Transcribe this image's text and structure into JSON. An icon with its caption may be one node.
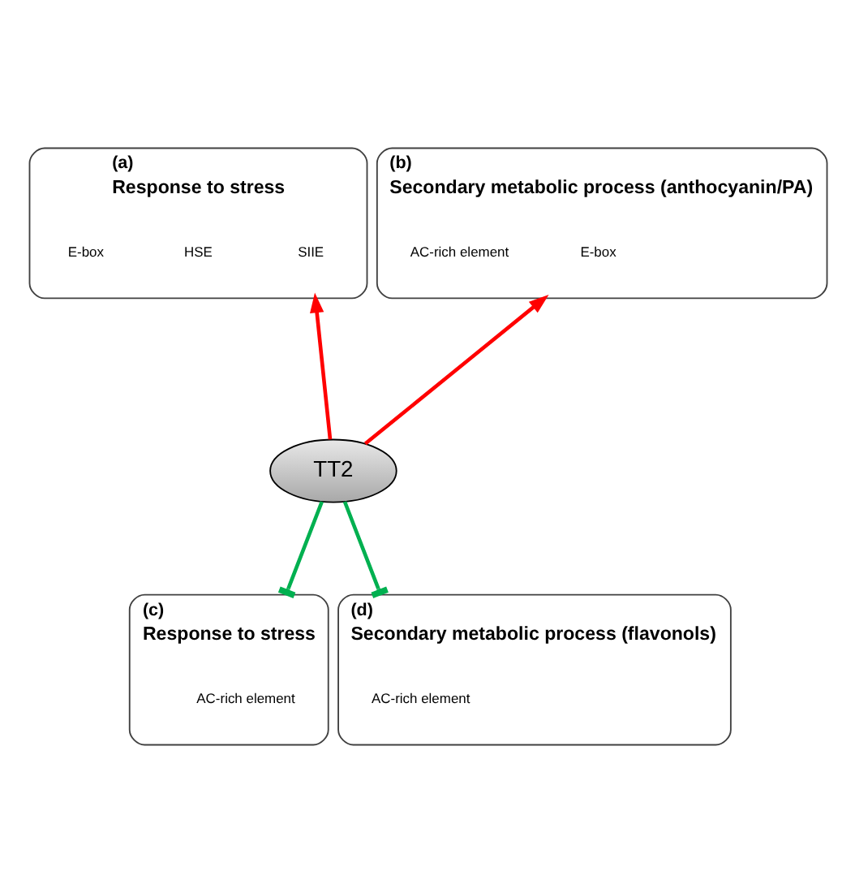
{
  "diagram": {
    "nodes": [
      {
        "text": [
          "Response to stress"
        ],
        "beside": [
          "(a)"
        ]
      },
      {
        "text": [
          "SIIE"
        ],
        "in": 0
      },
      {
        "text": [
          "HSE"
        ],
        "in": 0
      },
      {
        "text": [
          "E-box"
        ],
        "in": 0
      },
      {
        "text": [
          "Secondary metabolic process (anthocyanin/PA)"
        ],
        "beside": [
          "(b)"
        ]
      },
      {
        "text": [
          "E-box"
        ],
        "in": 4
      },
      {
        "text": [
          "AC-rich element"
        ],
        "in": 4
      },
      {
        "text": [
          "TT2"
        ]
      },
      {
        "text": [
          "Response to stress"
        ],
        "beside": [
          "(c)"
        ]
      },
      {
        "text": [
          "AC-rich element"
        ],
        "in": 8
      },
      {
        "text": [
          "Secondary metabolic process (flavonols)"
        ],
        "beside": [
          "(d)"
        ]
      },
      {
        "text": [
          "AC-rich element"
        ],
        "in": 10
      }
    ],
    "edges": [
      {
        "from": 7,
        "to": 0,
        "arrow": "to",
        "color": "#ff0000"
      },
      {
        "from": 7,
        "to": 4,
        "arrow": "to",
        "color": "#ff0000"
      },
      {
        "from": 7,
        "to": 8,
        "arrow": "other",
        "color": "#00b050"
      },
      {
        "from": 7,
        "to": 10,
        "arrow": "other",
        "color": "#00b050"
      }
    ]
  }
}
